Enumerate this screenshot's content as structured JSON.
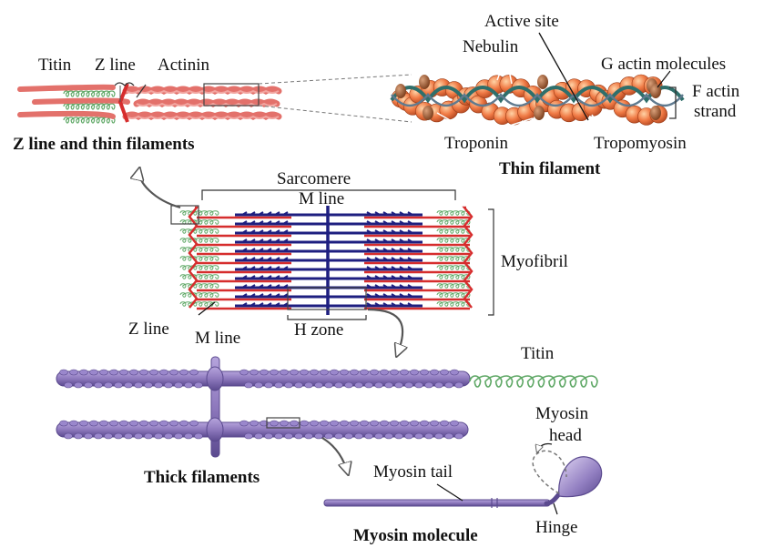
{
  "labels": {
    "titin_top": "Titin",
    "z_line_top": "Z line",
    "actinin": "Actinin",
    "z_line_thin_title": "Z line and thin filaments",
    "active_site": "Active site",
    "nebulin": "Nebulin",
    "g_actin": "G actin molecules",
    "f_actin_1": "F actin",
    "f_actin_2": "strand",
    "troponin": "Troponin",
    "tropomyosin": "Tropomyosin",
    "thin_filament_title": "Thin filament",
    "sarcomere": "Sarcomere",
    "m_line_mid": "M line",
    "myofibril": "Myofibril",
    "z_line_mid": "Z line",
    "h_zone": "H zone",
    "m_line_bottom": "M line",
    "titin_bottom": "Titin",
    "myosin_head_1": "Myosin",
    "myosin_head_2": "head",
    "myosin_tail": "Myosin tail",
    "hinge": "Hinge",
    "thick_filaments_title": "Thick filaments",
    "myosin_molecule_title": "Myosin molecule"
  },
  "colors": {
    "actin": "#e3716b",
    "actin_light": "#f2a5a0",
    "titin": "#5fa866",
    "z_line": "#d62d2d",
    "myosin_dark": "#1e1f80",
    "myosin_purple": "#8e79bd",
    "myosin_purple_dark": "#5b4a8f",
    "g_actin_ball": "#ef7f4c",
    "troponin": "#a0572d",
    "tropomyosin": "#2f6f6b"
  },
  "icons": {
    "arrow_up": "curved-arrow-icon",
    "arrow_down": "curved-arrow-icon",
    "arrow_myosin": "curved-arrow-icon"
  }
}
